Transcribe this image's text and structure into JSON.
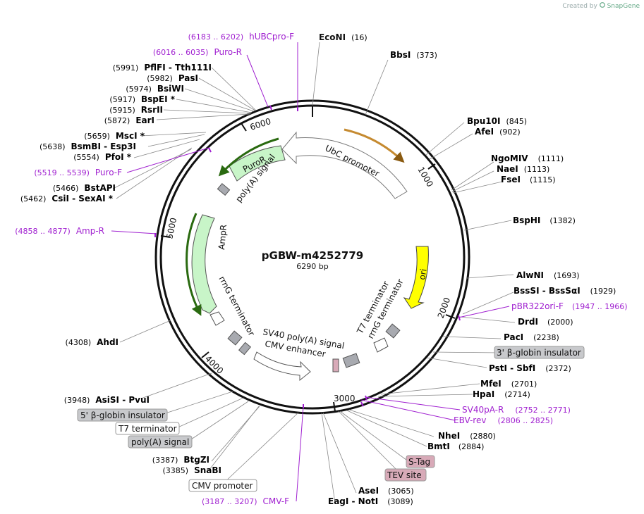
{
  "credit": {
    "prefix": "Created by",
    "brand": "SnapGene"
  },
  "plasmid": {
    "name": "pGBW-m4252779",
    "size": "6290 bp",
    "length": 6290
  },
  "ruler": [
    "1000",
    "2000",
    "3000",
    "4000",
    "5000",
    "6000"
  ],
  "colors": {
    "primer": "#a020d0",
    "ucb_arrow": "#ffffff",
    "purор": "#c8f5c8",
    "ori": "#ffff00",
    "ampr": "#c8f5c8",
    "grey_box": "#a8aab0",
    "pink_box": "#d8aab8"
  },
  "features": [
    {
      "name": "UbC promoter"
    },
    {
      "name": "PuroR"
    },
    {
      "name": "poly(A) signal"
    },
    {
      "name": "AmpR"
    },
    {
      "name": "rrnG terminator"
    },
    {
      "name": "SV40 poly(A) signal"
    },
    {
      "name": "CMV enhancer"
    },
    {
      "name": "ori"
    },
    {
      "name": "T7 terminator"
    },
    {
      "name": "rrnG terminator"
    }
  ],
  "sites_right": [
    {
      "name": "EcoNI",
      "pos": "(16)"
    },
    {
      "name": "BbsI",
      "pos": "(373)"
    },
    {
      "name": "Bpu10I",
      "pos": "(845)"
    },
    {
      "name": "AfeI",
      "pos": "(902)"
    },
    {
      "name": "NgoMIV",
      "pos": "(1111)"
    },
    {
      "name": "NaeI",
      "pos": "(1113)"
    },
    {
      "name": "FseI",
      "pos": "(1115)"
    },
    {
      "name": "BspHI",
      "pos": "(1382)"
    },
    {
      "name": "AlwNI",
      "pos": "(1693)"
    },
    {
      "name": "BssSI - BssSαI",
      "pos": "(1929)"
    },
    {
      "name": "DrdI",
      "pos": "(2000)"
    },
    {
      "name": "PacI",
      "pos": "(2238)"
    },
    {
      "name": "PstI - SbfI",
      "pos": "(2372)"
    },
    {
      "name": "MfeI",
      "pos": "(2701)"
    },
    {
      "name": "HpaI",
      "pos": "(2714)"
    },
    {
      "name": "NheI",
      "pos": "(2880)"
    },
    {
      "name": "BmtI",
      "pos": "(2884)"
    },
    {
      "name": "AseI",
      "pos": "(3065)"
    },
    {
      "name": "EagI - NotI",
      "pos": "(3089)"
    }
  ],
  "sites_left": [
    {
      "name": "PflFI - Tth111I",
      "pos": "(5991)"
    },
    {
      "name": "PasI",
      "pos": "(5982)"
    },
    {
      "name": "BsiWI",
      "pos": "(5974)"
    },
    {
      "name": "BspEI *",
      "pos": "(5917)"
    },
    {
      "name": "RsrII",
      "pos": "(5915)"
    },
    {
      "name": "EarI",
      "pos": "(5872)"
    },
    {
      "name": "MscI *",
      "pos": "(5659)"
    },
    {
      "name": "BsmBI - Esp3I",
      "pos": "(5638)"
    },
    {
      "name": "PfoI *",
      "pos": "(5554)"
    },
    {
      "name": "BstAPI",
      "pos": "(5466)"
    },
    {
      "name": "CsiI - SexAI *",
      "pos": "(5462)"
    },
    {
      "name": "AhdI",
      "pos": "(4308)"
    },
    {
      "name": "AsiSI - PvuI",
      "pos": "(3948)"
    },
    {
      "name": "BtgZI",
      "pos": "(3387)"
    },
    {
      "name": "SnaBI",
      "pos": "(3385)"
    }
  ],
  "primers": [
    {
      "name": "hUBCpro-F",
      "range": "(6183 .. 6202)"
    },
    {
      "name": "Puro-R",
      "range": "(6016 .. 6035)"
    },
    {
      "name": "Puro-F",
      "range": "(5519 .. 5539)"
    },
    {
      "name": "Amp-R",
      "range": "(4858 .. 4877)"
    },
    {
      "name": "pBR322ori-F",
      "range": "(1947 .. 1966)"
    },
    {
      "name": "SV40pA-R",
      "range": "(2752 .. 2771)"
    },
    {
      "name": "EBV-rev",
      "range": "(2806 .. 2825)"
    },
    {
      "name": "CMV-F",
      "range": "(3187 .. 3207)"
    }
  ],
  "boxed_labels": [
    {
      "name": "3' β-globin insulator"
    },
    {
      "name": "5' β-globin insulator"
    },
    {
      "name": "T7 terminator"
    },
    {
      "name": "poly(A) signal"
    },
    {
      "name": "S-Tag"
    },
    {
      "name": "TEV site"
    },
    {
      "name": "CMV promoter"
    }
  ]
}
